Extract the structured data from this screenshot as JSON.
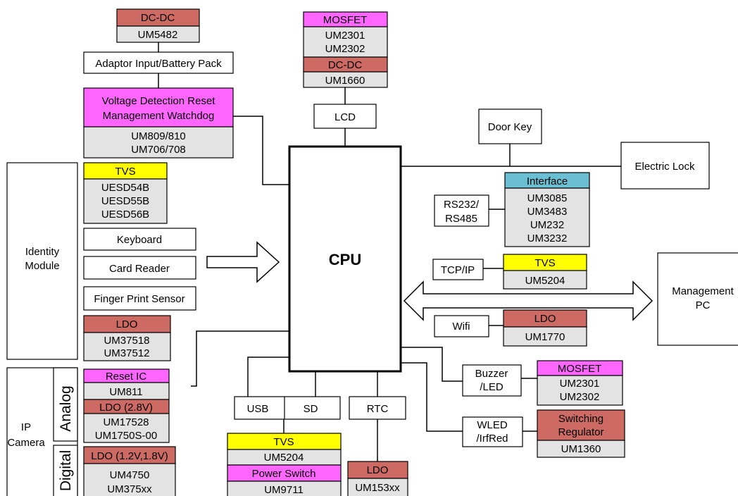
{
  "colors": {
    "dcdc": "#cc6a63",
    "mosfet": "#ff66ff",
    "tvs": "#ffff00",
    "interface": "#6ac0d2",
    "gray": "#e3e3e3",
    "white": "#ffffff",
    "line": "#000000"
  },
  "cpu": {
    "label": "CPU"
  },
  "top_left": {
    "dcdc_header": "DC-DC",
    "dcdc_part": "UM5482",
    "adaptor": "Adaptor Input/Battery Pack",
    "voltage_header_1": "Voltage Detection Reset",
    "voltage_header_2": "Management Watchdog",
    "voltage_parts_1": "UM809/810",
    "voltage_parts_2": "UM706/708"
  },
  "identity": {
    "label_1": "Identity",
    "label_2": "Module",
    "tvs_header": "TVS",
    "tvs_parts": [
      "UESD54B",
      "UESD55B",
      "UESD56B"
    ],
    "keyboard": "Keyboard",
    "card_reader": "Card Reader",
    "finger_print": "Finger Print Sensor",
    "ldo_header": "LDO",
    "ldo_parts": [
      "UM37518",
      "UM37512"
    ]
  },
  "camera": {
    "label_1": "IP",
    "label_2": "Camera",
    "analog": "Analog",
    "digital": "Digital",
    "reset_header": "Reset IC",
    "reset_part": "UM811",
    "ldo28_header": "LDO (2.8V)",
    "ldo28_parts": [
      "UM17528",
      "UM1750S-00"
    ],
    "ldo12_header": "LDO (1.2V,1.8V)",
    "ldo12_parts": [
      "UM4750",
      "UM375xx"
    ]
  },
  "top_center": {
    "mosfet_header": "MOSFET",
    "mosfet_parts": [
      "UM2301",
      "UM2302"
    ],
    "dcdc_header": "DC-DC",
    "dcdc_part": "UM1660",
    "lcd": "LCD"
  },
  "right": {
    "door_key": "Door Key",
    "electric_lock": "Electric Lock",
    "interface_header": "Interface",
    "interface_parts": [
      "UM3085",
      "UM3483",
      "UM232",
      "UM3232"
    ],
    "rs_1": "RS232/",
    "rs_2": "RS485",
    "tcpip": "TCP/IP",
    "tvs_header": "TVS",
    "tvs_part": "UM5204",
    "management_1": "Management",
    "management_2": "PC",
    "wifi": "Wifi",
    "ldo_header": "LDO",
    "ldo_part": "UM1770",
    "buzzer_1": "Buzzer",
    "buzzer_2": "/LED",
    "mosfet_header": "MOSFET",
    "mosfet_parts": [
      "UM2301",
      "UM2302"
    ],
    "wled_1": "WLED",
    "wled_2": "/IrfRed",
    "switching_1": "Switching",
    "switching_2": "Regulator",
    "switching_part": "UM1360"
  },
  "bottom": {
    "usb": "USB",
    "sd": "SD",
    "rtc": "RTC",
    "tvs_header": "TVS",
    "tvs_part": "UM5204",
    "power_header": "Power Switch",
    "power_part": "UM9711",
    "ldo_header": "LDO",
    "ldo_part": "UM153xx"
  }
}
